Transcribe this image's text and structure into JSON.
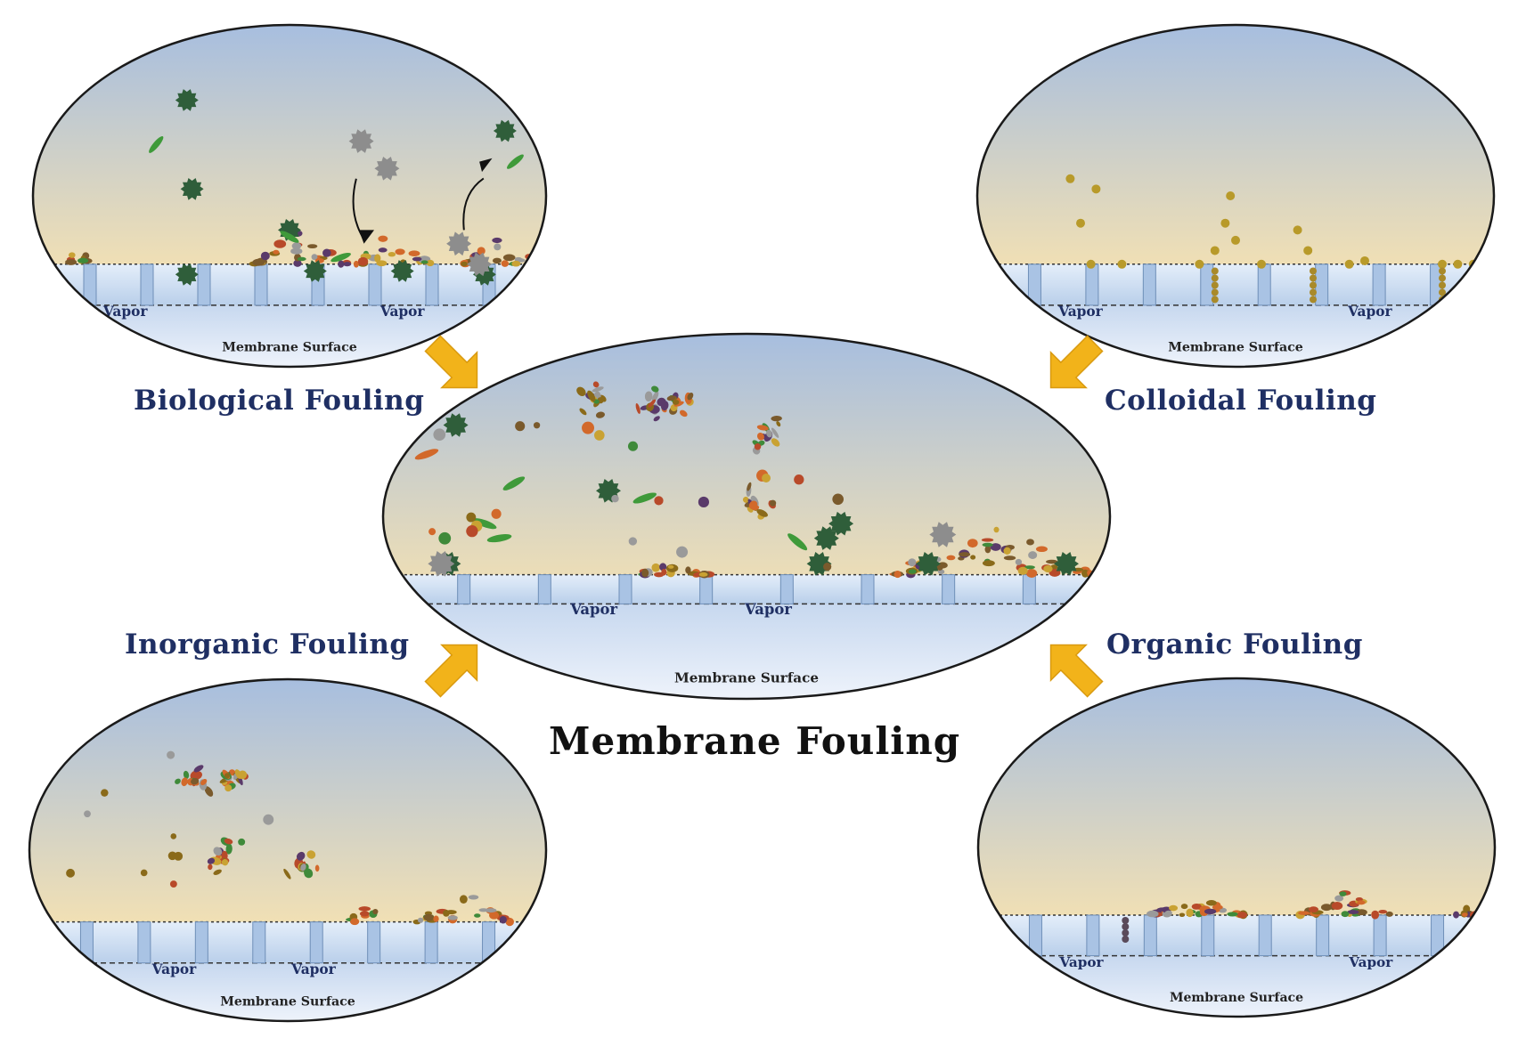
{
  "title": "Membrane Fouling",
  "labels": {
    "biological": "Biological Fouling",
    "colloidal": "Colloidal Fouling",
    "inorganic": "Inorganic Fouling",
    "organic": "Organic Fouling"
  },
  "vapor_label": "Vapor",
  "membrane_surface_label": "Membrane Surface",
  "colors": {
    "label_text": "#1f2f63",
    "arrow": "#f2b31a",
    "sky_top": "#a7bedf",
    "sky_bottom": "#f8e3b0",
    "membrane": "#cfe0f4",
    "outline": "#1a1a1a"
  }
}
